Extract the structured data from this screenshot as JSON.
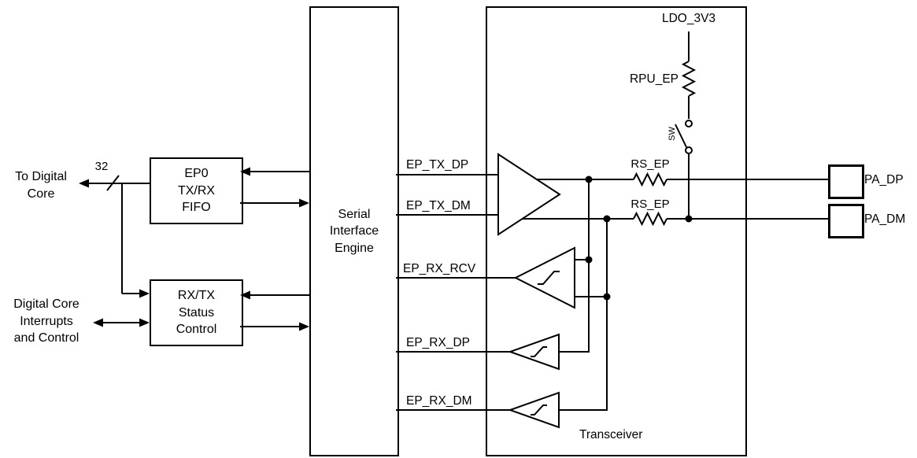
{
  "diagram": {
    "left": {
      "to_digital_core": "To Digital\nCore",
      "bus_width": "32",
      "interrupts": "Digital Core\nInterrupts\nand Control"
    },
    "blocks": {
      "ep0_fifo": "EP0\nTX/RX\nFIFO",
      "status_control": "RX/TX\nStatus\nControl",
      "serial_interface_engine": "Serial\nInterface\nEngine",
      "transceiver_label": "Transceiver"
    },
    "signals": {
      "ep_tx_dp": "EP_TX_DP",
      "ep_tx_dm": "EP_TX_DM",
      "ep_rx_rcv": "EP_RX_RCV",
      "ep_rx_dp": "EP_RX_DP",
      "ep_rx_dm": "EP_RX_DM"
    },
    "power": {
      "ldo": "LDO_3V3",
      "rpu": "RPU_EP",
      "switch": "SW"
    },
    "resistor_label": "RS_EP",
    "pads": {
      "dp": "PA_DP",
      "dm": "PA_DM"
    },
    "symbols": {
      "plus": "+",
      "minus": "-"
    },
    "colors": {
      "stroke": "#000000",
      "background": "#ffffff"
    }
  }
}
